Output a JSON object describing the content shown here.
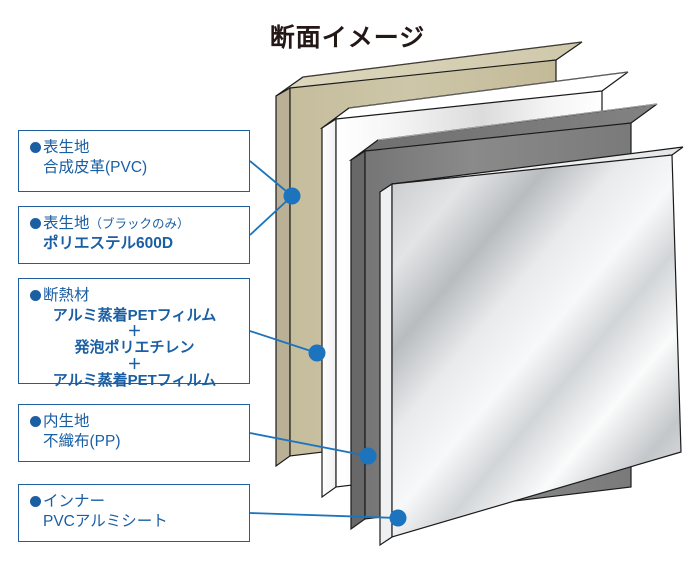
{
  "title": "断面イメージ",
  "colors": {
    "accent": "#1a5ea3",
    "box_border": "#1f5fa0",
    "title_text": "#231815",
    "layer_outer_fabric": "#c8c0a0",
    "layer_inner_fabric": "#f2f2f0",
    "layer_insulation": "#7f7f7f",
    "layer_inner_sheet": "#d8dadc"
  },
  "callouts": [
    {
      "bullet": "bullet-dot",
      "heading": "表生地",
      "heading_note": "",
      "body": "合成皮革(PVC)",
      "target": "outer-fabric-panel"
    },
    {
      "bullet": "bullet-dot",
      "heading": "表生地",
      "heading_note": "（ブラックのみ）",
      "body": "ポリエステル600D",
      "target": "outer-fabric-panel"
    },
    {
      "bullet": "bullet-dot",
      "heading": "断熱材",
      "heading_note": "",
      "body_lines": [
        "アルミ蒸着PETフィルム",
        "＋",
        "発泡ポリエチレン",
        "＋",
        "アルミ蒸着PETフィルム"
      ],
      "target": "insulation-panel"
    },
    {
      "bullet": "bullet-dot",
      "heading": "内生地",
      "heading_note": "",
      "body": "不織布(PP)",
      "target": "inner-fabric-panel"
    },
    {
      "bullet": "bullet-dot",
      "heading": "インナー",
      "heading_note": "",
      "body": "PVCアルミシート",
      "target": "inner-sheet-panel"
    }
  ],
  "layers": [
    {
      "name": "表生地 合成皮革(PVC) / ポリエステル600D",
      "order": 1,
      "color": "#c8c0a0"
    },
    {
      "name": "内生地 不織布(PP)",
      "order": 2,
      "color": "#f2f2f0"
    },
    {
      "name": "断熱材",
      "order": 3,
      "color": "#7f7f7f"
    },
    {
      "name": "インナー PVCアルミシート",
      "order": 4,
      "color": "#d8dadc"
    }
  ]
}
